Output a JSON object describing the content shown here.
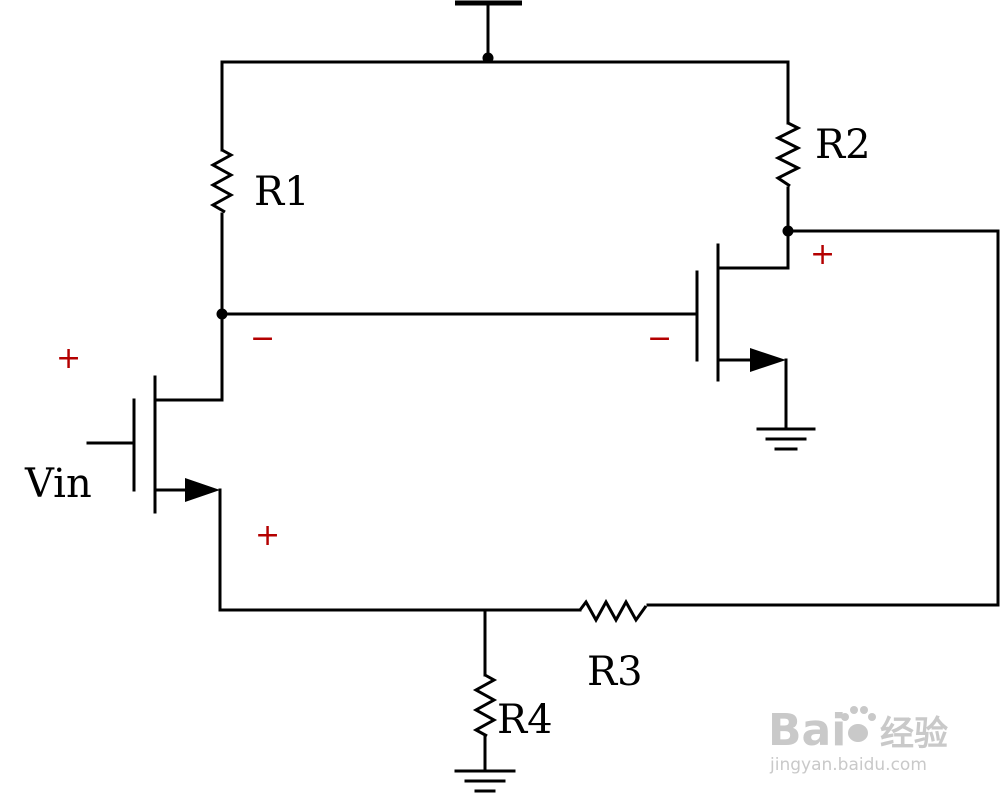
{
  "labels": {
    "r1": "R1",
    "r2": "R2",
    "r3": "R3",
    "r4": "R4",
    "vin": "Vin"
  },
  "polarity": {
    "plus_left": "+",
    "minus_r1_node": "−",
    "minus_q2_gate": "−",
    "plus_q2_drain": "+",
    "plus_q1_source": "+"
  },
  "watermark": {
    "brand": "Bai",
    "brand_suffix": "经验",
    "url": "jingyan.baidu.com"
  },
  "colors": {
    "wire": "#000000",
    "polarity": "#b40000",
    "watermark": "#c9c9c9"
  }
}
